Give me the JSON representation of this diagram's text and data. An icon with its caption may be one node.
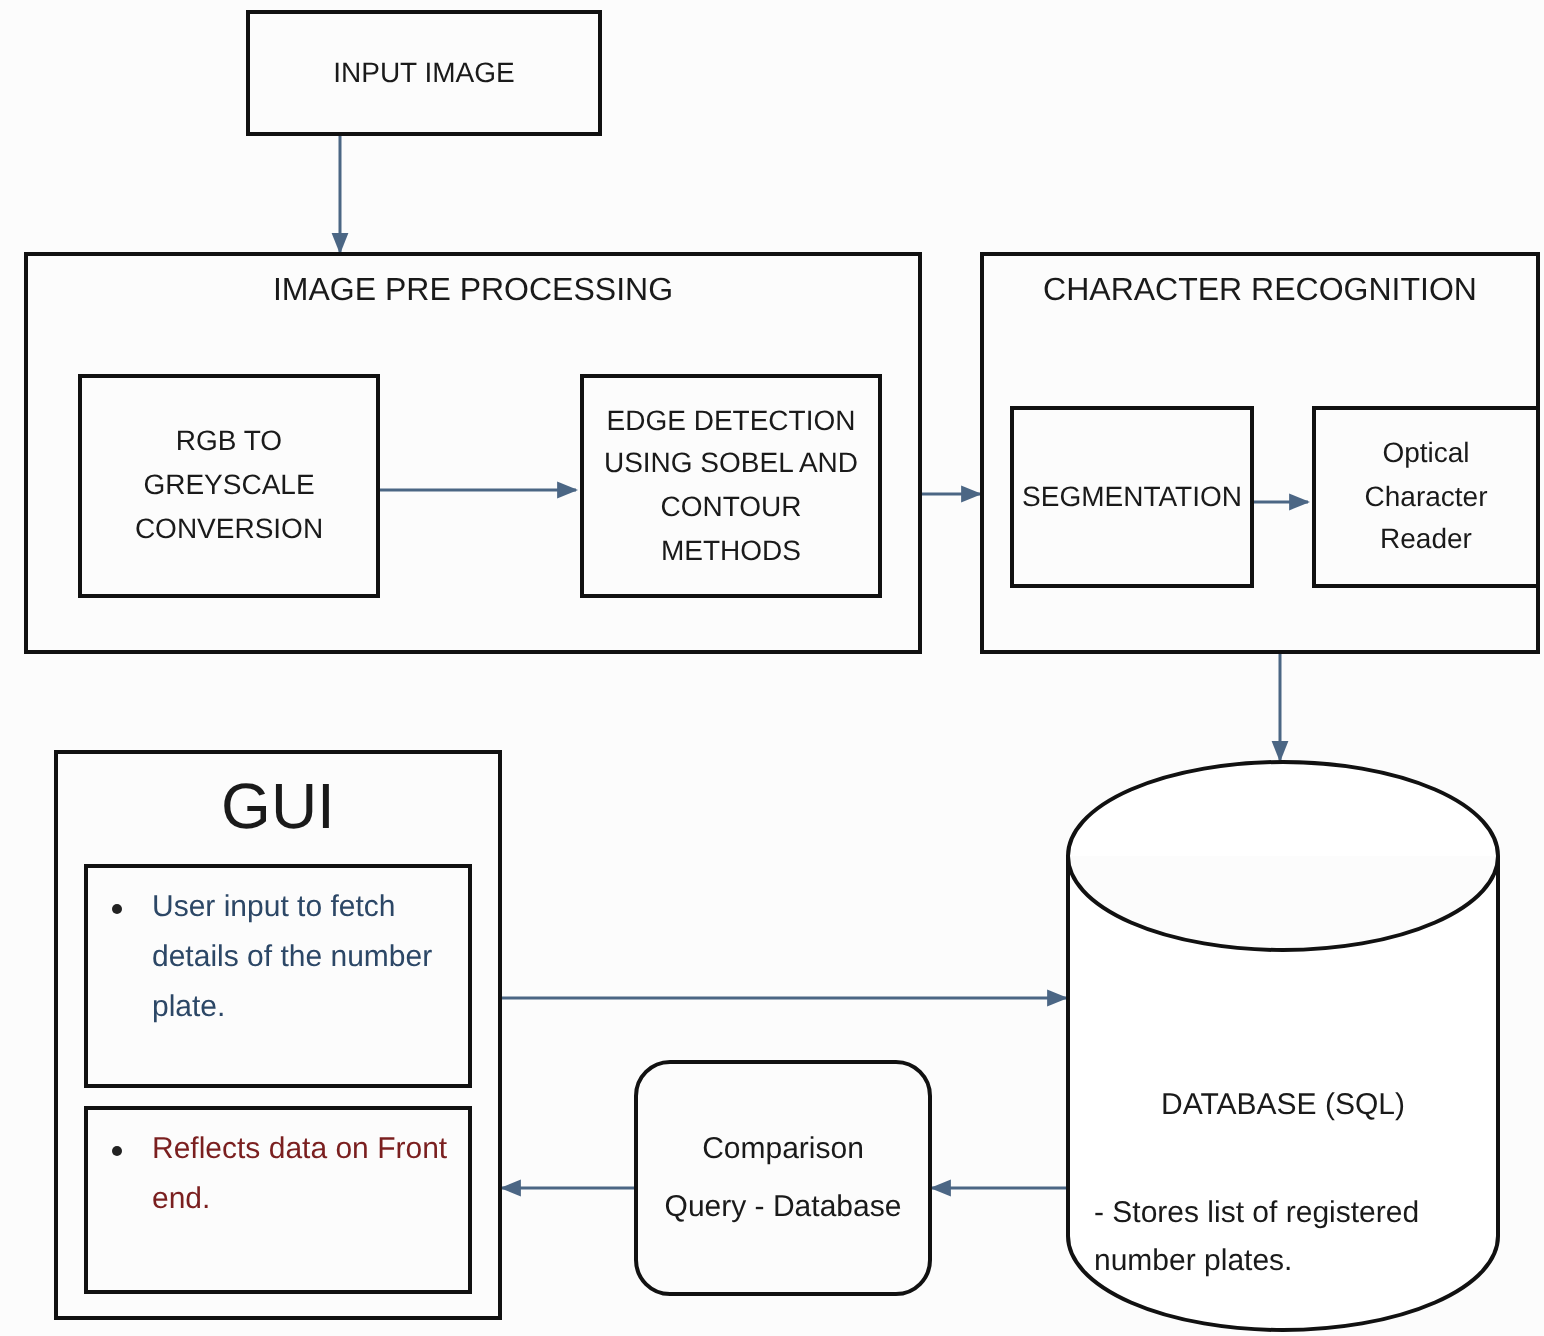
{
  "diagram": {
    "nodes": [
      {
        "text": [
          "INPUT IMAGE"
        ]
      },
      {
        "text": [
          "IMAGE PRE PROCESSING"
        ]
      },
      {
        "text": [
          "RGB TO GREYSCALE CONVERSION"
        ],
        "in": 1
      },
      {
        "text": [
          "EDGE DETECTION USING SOBEL AND CONTOUR METHODS"
        ],
        "in": 1
      },
      {
        "text": [
          "CHARACTER RECOGNITION"
        ]
      },
      {
        "text": [
          "SEGMENTATION"
        ],
        "in": 4
      },
      {
        "text": [
          "Optical Character Reader"
        ],
        "in": 4
      },
      {
        "text": [
          "GUI"
        ]
      },
      {
        "text": [
          "User input to fetch details of the number plate."
        ],
        "in": 7
      },
      {
        "text": [
          "Reflects data on Front end."
        ],
        "in": 7
      },
      {
        "text": [
          "Comparison",
          "Query - Database"
        ]
      },
      {
        "text": [
          "DATABASE  (SQL)",
          "- Stores list of registered number plates."
        ]
      }
    ],
    "edges": [
      {
        "from": 0,
        "to": 1,
        "arrow": "to"
      },
      {
        "from": 2,
        "to": 3,
        "arrow": "to"
      },
      {
        "from": 1,
        "to": 4,
        "arrow": "to"
      },
      {
        "from": 5,
        "to": 6,
        "arrow": "to"
      },
      {
        "from": 4,
        "to": 11,
        "arrow": "to"
      },
      {
        "from": 7,
        "to": 11,
        "arrow": "to"
      },
      {
        "from": 11,
        "to": 10,
        "arrow": "to"
      },
      {
        "from": 10,
        "to": 7,
        "arrow": "to"
      }
    ]
  }
}
